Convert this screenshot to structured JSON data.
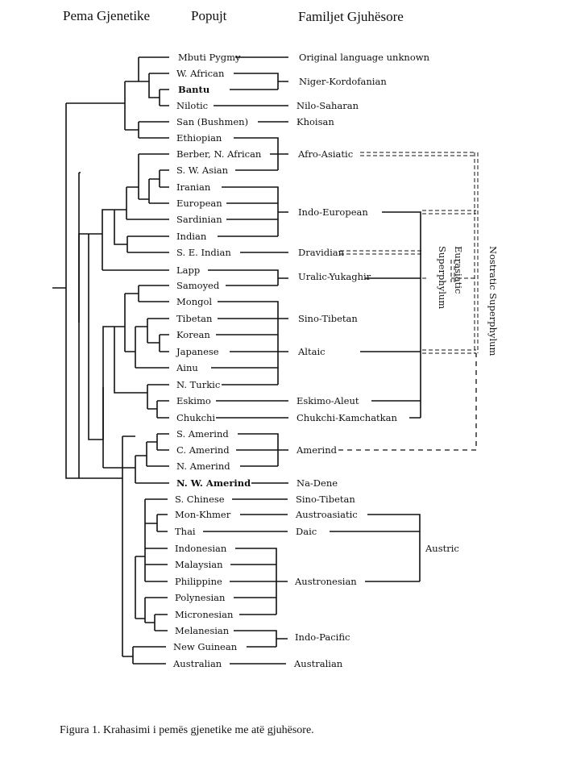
{
  "headers": {
    "tree": "Pema Gjenetike",
    "populations": "Popujt",
    "families": "Familjet Gjuhësore"
  },
  "populations": [
    "Mbuti Pygmy",
    "W. African",
    "Bantu",
    "Nilotic",
    "San (Bushmen)",
    "Ethiopian",
    "Berber, N. African",
    "S. W. Asian",
    "Iranian",
    "European",
    "Sardinian",
    "Indian",
    "S. E. Indian",
    "Lapp",
    "Samoyed",
    "Mongol",
    "Tibetan",
    "Korean",
    "Japanese",
    "Ainu",
    "N. Turkic",
    "Eskimo",
    "Chukchi",
    "S. Amerind",
    "C. Amerind",
    "N. Amerind",
    "N. W. Amerind",
    "S. Chinese",
    "Mon-Khmer",
    "Thai",
    "Indonesian",
    "Malaysian",
    "Philippine",
    "Polynesian",
    "Micronesian",
    "Melanesian",
    "New Guinean",
    "Australian"
  ],
  "families": [
    {
      "name": "Original language unknown",
      "members": [
        "Mbuti Pygmy"
      ]
    },
    {
      "name": "Niger-Kordofanian",
      "members": [
        "W. African",
        "Bantu"
      ]
    },
    {
      "name": "Nilo-Saharan",
      "members": [
        "Nilotic"
      ]
    },
    {
      "name": "Khoisan",
      "members": [
        "San (Bushmen)"
      ]
    },
    {
      "name": "Afro-Asiatic",
      "members": [
        "Ethiopian",
        "Berber, N. African",
        "S. W. Asian"
      ]
    },
    {
      "name": "Indo-European",
      "members": [
        "Iranian",
        "European",
        "Sardinian",
        "Indian"
      ]
    },
    {
      "name": "Dravidian",
      "members": [
        "S. E. Indian"
      ]
    },
    {
      "name": "Uralic-Yukaghir",
      "members": [
        "Lapp",
        "Samoyed"
      ]
    },
    {
      "name": "Sino-Tibetan",
      "members": [
        "Tibetan"
      ]
    },
    {
      "name": "Altaic",
      "members": [
        "Mongol",
        "Korean",
        "Japanese",
        "Ainu",
        "N. Turkic"
      ]
    },
    {
      "name": "Eskimo-Aleut",
      "members": [
        "Eskimo"
      ]
    },
    {
      "name": "Chukchi-Kamchatkan",
      "members": [
        "Chukchi"
      ]
    },
    {
      "name": "Amerind",
      "members": [
        "S. Amerind",
        "C. Amerind",
        "N. Amerind"
      ]
    },
    {
      "name": "Na-Dene",
      "members": [
        "N. W. Amerind"
      ]
    },
    {
      "name": "Sino-Tibetan",
      "members": [
        "S. Chinese"
      ]
    },
    {
      "name": "Austroasiatic",
      "members": [
        "Mon-Khmer"
      ]
    },
    {
      "name": "Daic",
      "members": [
        "Thai"
      ]
    },
    {
      "name": "Austronesian",
      "members": [
        "Indonesian",
        "Malaysian",
        "Philippine",
        "Polynesian",
        "Micronesian"
      ]
    },
    {
      "name": "Indo-Pacific",
      "members": [
        "Melanesian",
        "New Guinean"
      ]
    },
    {
      "name": "Australian",
      "members": [
        "Australian"
      ]
    }
  ],
  "superphyla": {
    "eurasiatic": [
      "Eurasiatic",
      "Superphylum"
    ],
    "nostratic": "Nostratic Superphylum",
    "austric": "Austric"
  },
  "caption": "Figura 1. Krahasimi i pemës gjenetike me atë gjuhësore."
}
